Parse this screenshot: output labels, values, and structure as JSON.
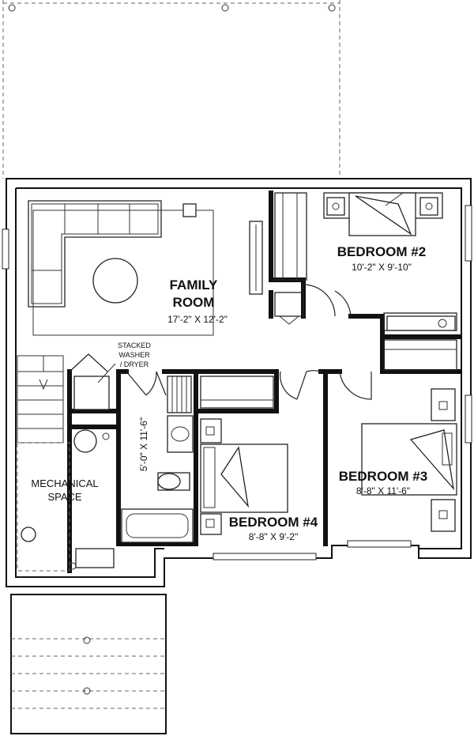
{
  "rooms": {
    "family_room": {
      "name_line1": "FAMILY",
      "name_line2": "ROOM",
      "dims": "17'-2\" X 12'-2\""
    },
    "bedroom2": {
      "name": "BEDROOM #2",
      "dims": "10'-2\" X 9'-10\""
    },
    "bedroom3": {
      "name": "BEDROOM #3",
      "dims": "8'-8\" X 11'-6\""
    },
    "bedroom4": {
      "name": "BEDROOM #4",
      "dims": "8'-8\" X 9'-2\""
    },
    "bathroom": {
      "dims": "5'-0\" X 11'-6\""
    },
    "mechanical": {
      "name_line1": "MECHANICAL",
      "name_line2": "SPACE"
    },
    "laundry": {
      "line1": "STACKED",
      "line2": "WASHER",
      "line3": "/ DRYER"
    }
  },
  "colors": {
    "wall": "#111111",
    "background": "#ffffff"
  }
}
